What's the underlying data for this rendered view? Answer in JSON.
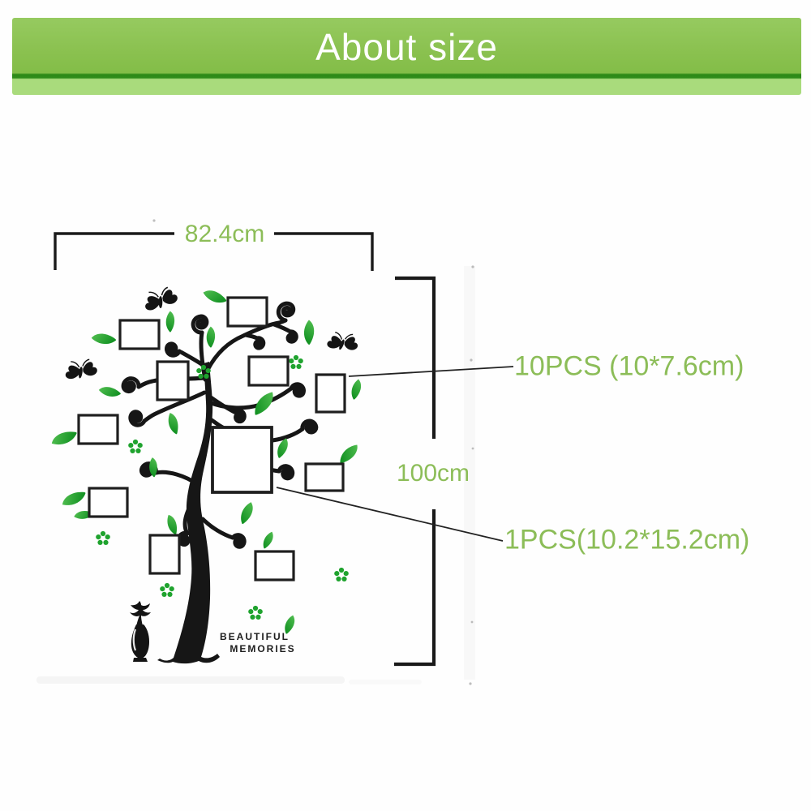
{
  "banner": {
    "title": "About size",
    "colors": {
      "main_green": "#8ac14f",
      "light_strip": "#a9db7c",
      "divider": "#2e8a18",
      "text": "#ffffff"
    }
  },
  "diagram": {
    "width_label": "82.4cm",
    "height_label": "100cm",
    "callout_small_frames": "10PCS (10*7.6cm)",
    "callout_large_frame": "1PCS(10.2*15.2cm)",
    "sticker_text_line1": "BEAUTIFUL",
    "sticker_text_line2": "MEMORIES",
    "small_frame_count": 10,
    "large_frame_count": 1,
    "colors": {
      "label_green": "#8cbd58",
      "foliage_green": "#1fa32e",
      "outline_black": "#1a1a1a"
    }
  },
  "icons": {
    "leaf": "leaf-icon",
    "flower": "flower-icon",
    "butterfly": "butterfly-icon",
    "vase": "vase-icon",
    "photo_frame": "photo-frame"
  }
}
